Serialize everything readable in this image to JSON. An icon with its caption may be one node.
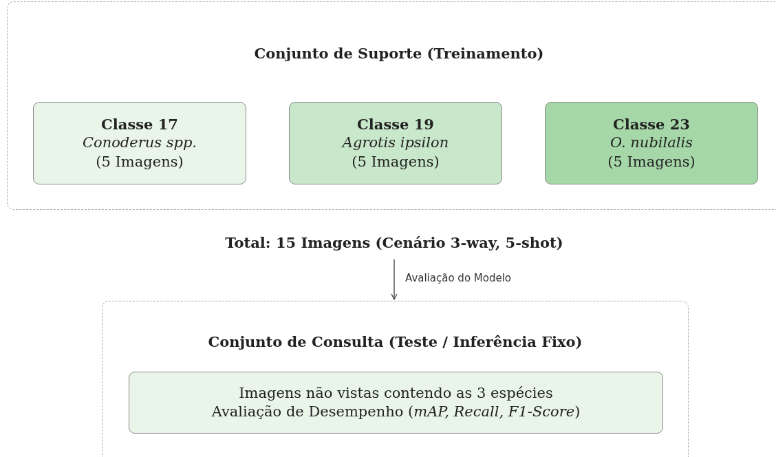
{
  "diagram": {
    "nodes": [
      {
        "text": [
          "Conjunto de Suporte (Treinamento)"
        ]
      },
      {
        "text": [
          "Classe 17",
          "Conoderus spp.",
          "(5 Imagens)"
        ],
        "in": 0
      },
      {
        "text": [
          "Classe 19",
          "Agrotis ipsilon",
          "(5 Imagens)"
        ],
        "in": 0
      },
      {
        "text": [
          "Classe 23",
          "O. nubilalis",
          "(5 Imagens)"
        ],
        "in": 0
      },
      {
        "text": [
          "Total: 15 Imagens (Cenário 3-way, 5-shot)"
        ]
      },
      {
        "text": [
          "Conjunto de Consulta (Teste / Inferência Fixo)"
        ]
      },
      {
        "text": [
          "Imagens não vistas contendo as 3 espécies",
          "Avaliação de Desempenho (*mAP, Recall, F1-Score*)"
        ],
        "in": 5
      }
    ],
    "edges": [
      {
        "from": 4,
        "to": 5,
        "arrow": "to",
        "label": "Avaliação do Modelo"
      }
    ]
  }
}
